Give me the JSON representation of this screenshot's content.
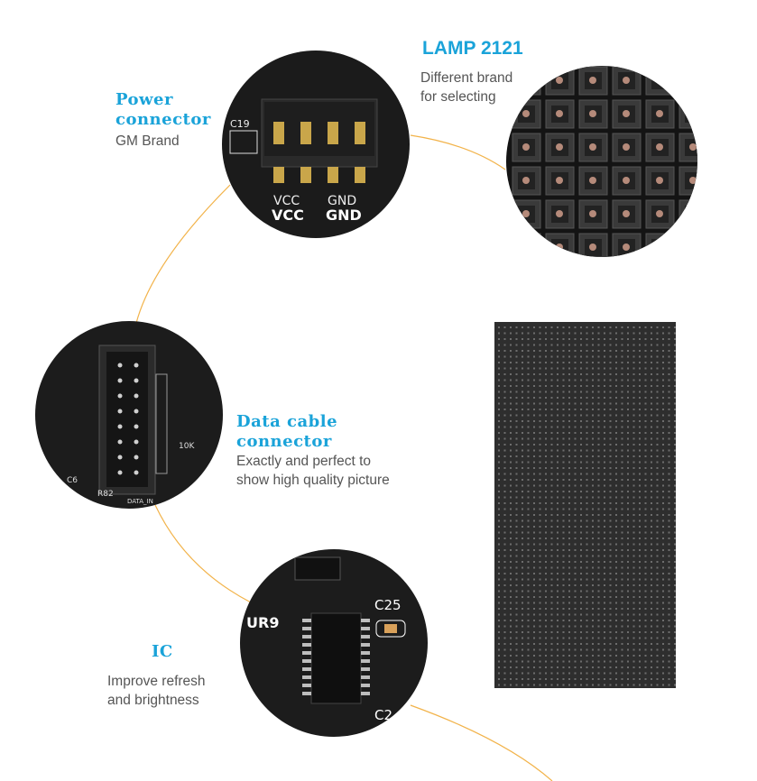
{
  "power": {
    "title_line1": "Power",
    "title_line2": "connector",
    "desc": "GM Brand"
  },
  "lamp": {
    "title": "LAMP 2121",
    "desc_line1": "Different brand",
    "desc_line2": "for selecting"
  },
  "data_cable": {
    "title_line1": "Data cable",
    "title_line2": "connector",
    "desc_line1": "Exactly and perfect to",
    "desc_line2": "show high quality picture"
  },
  "ic": {
    "title": "IC",
    "desc_line1": "Improve refresh",
    "desc_line2": "and brightness"
  },
  "silkscreen": {
    "c19": "C19",
    "vcc_small": "VCC",
    "gnd_small": "GND",
    "vcc": "VCC",
    "gnd": "GND",
    "c6": "C6",
    "r82": "R82",
    "r10k": "10K",
    "data_in": "DATA_IN",
    "ur9": "UR9",
    "c25": "C25",
    "c2": "C2"
  },
  "colors": {
    "accent": "#1aa3d9",
    "connector_line": "#f2b34a",
    "pcb": "#1c1c1c"
  }
}
